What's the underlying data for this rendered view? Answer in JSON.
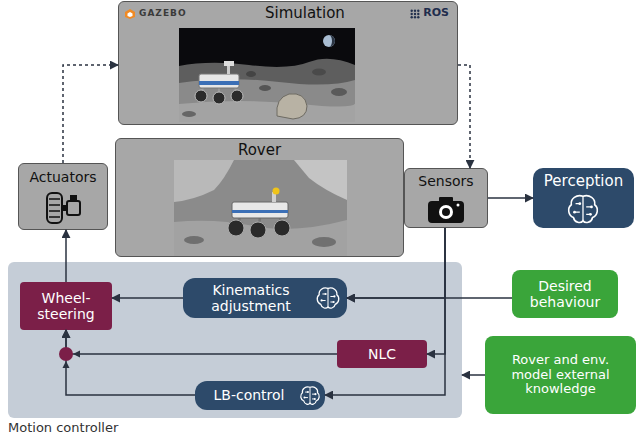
{
  "diagram": {
    "nodes": [
      {
        "text": [
          "GAZEBO",
          "Simulation",
          "ROS"
        ]
      },
      {
        "text": [
          "Actuators"
        ]
      },
      {
        "text": [
          "Rover"
        ]
      },
      {
        "text": [
          "Sensors"
        ]
      },
      {
        "text": [
          "Perception"
        ]
      },
      {
        "text": [
          "Motion controller"
        ]
      },
      {
        "text": [
          "Wheel- steering"
        ],
        "in": 5
      },
      {
        "text": [
          "Kinematics adjustment"
        ],
        "in": 5
      },
      {
        "text": [
          "Desired behaviour"
        ]
      },
      {
        "text": [
          "NLC"
        ],
        "in": 5
      },
      {
        "text": [
          "Rover and env. model external knowledge"
        ]
      },
      {
        "text": [
          "LB-control"
        ],
        "in": 5
      }
    ],
    "edges": [
      {
        "from": 1,
        "to": 0,
        "arrow": "to"
      },
      {
        "from": 0,
        "to": 3,
        "arrow": "to"
      },
      {
        "from": 3,
        "to": 4,
        "arrow": "to"
      },
      {
        "from": 6,
        "to": 1,
        "arrow": "to"
      },
      {
        "from": 7,
        "to": 6,
        "arrow": "to"
      },
      {
        "from": 8,
        "to": 7,
        "arrow": "to"
      },
      {
        "from": 3,
        "to": 7,
        "arrow": "to"
      },
      {
        "from": 3,
        "to": 9,
        "arrow": "to"
      },
      {
        "from": 3,
        "to": 11,
        "arrow": "to"
      },
      {
        "from": 9,
        "to": 6,
        "arrow": "to"
      },
      {
        "from": 11,
        "to": 6,
        "arrow": "to"
      },
      {
        "from": 10,
        "to": 5,
        "arrow": "to"
      }
    ]
  }
}
